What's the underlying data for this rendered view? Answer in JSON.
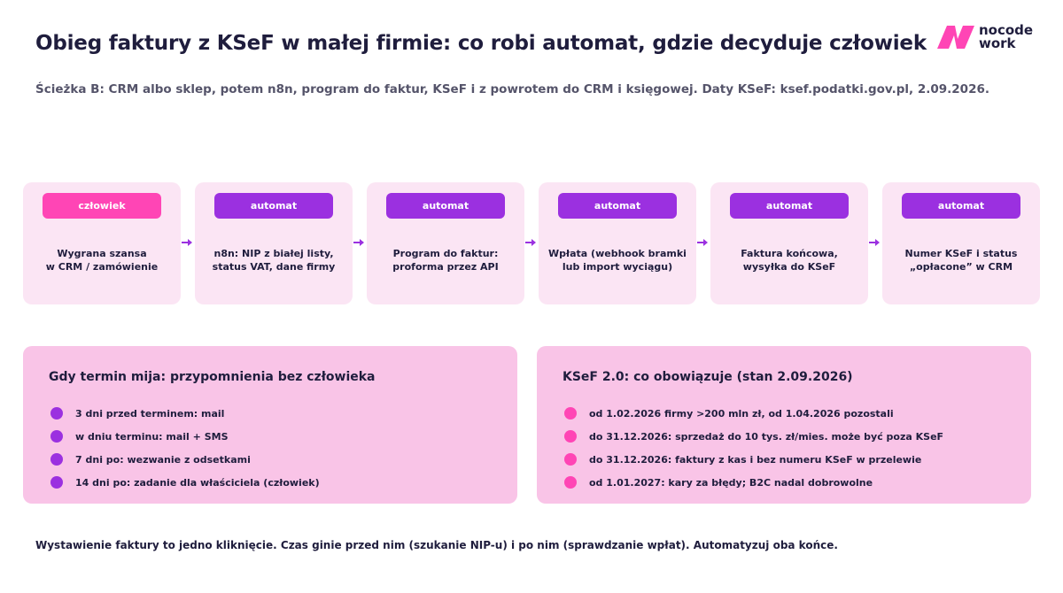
{
  "header": {
    "title": "Obieg faktury z KSeF w małej firmie: co robi automat, gdzie decyduje człowiek",
    "subtitle": "Ścieżka B: CRM albo sklep, potem n8n, program do faktur, KSeF i z powrotem do CRM i księgowej. Daty KSeF: ksef.podatki.gov.pl, 2.09.2026."
  },
  "logo": {
    "line1": "nocode",
    "line2": "work",
    "icon": "nocodework-logo-icon"
  },
  "colors": {
    "human": "#ff45b5",
    "automat": "#9b30e0",
    "step_bg": "#fbe5f4",
    "panel_bg": "#f9c4e7",
    "arrow": "#9b30e0",
    "text": "#1f1d3d"
  },
  "flow": {
    "steps": [
      {
        "role": "człowiek",
        "line1": "Wygrana szansa",
        "line2": "w CRM / zamówienie"
      },
      {
        "role": "automat",
        "line1": "n8n: NIP z białej listy,",
        "line2": "status VAT, dane firmy"
      },
      {
        "role": "automat",
        "line1": "Program do faktur:",
        "line2": "proforma przez API"
      },
      {
        "role": "automat",
        "line1": "Wpłata (webhook bramki",
        "line2": "lub import wyciągu)"
      },
      {
        "role": "automat",
        "line1": "Faktura końcowa,",
        "line2": "wysyłka do KSeF"
      },
      {
        "role": "automat",
        "line1": "Numer KSeF i status",
        "line2": "„opłacone” w CRM"
      }
    ]
  },
  "reminders": {
    "title": "Gdy termin mija: przypomnienia bez człowieka",
    "dot_color": "#9b30e0",
    "items": [
      "3 dni przed terminem: mail",
      "w dniu terminu: mail + SMS",
      "7 dni po: wezwanie z odsetkami",
      "14 dni po: zadanie dla właściciela (człowiek)"
    ]
  },
  "ksef": {
    "title": "KSeF 2.0: co obowiązuje (stan 2.09.2026)",
    "dot_color": "#ff45b5",
    "items": [
      "od 1.02.2026 firmy >200 mln zł, od 1.04.2026 pozostali",
      "do 31.12.2026: sprzedaż do 10 tys. zł/mies. może być poza KSeF",
      "do 31.12.2026: faktury z kas i bez numeru KSeF w przelewie",
      "od 1.01.2027: kary za błędy; B2C nadal dobrowolne"
    ]
  },
  "footer": "Wystawienie faktury to jedno kliknięcie. Czas ginie przed nim (szukanie NIP-u) i po nim (sprawdzanie wpłat). Automatyzuj oba końce."
}
